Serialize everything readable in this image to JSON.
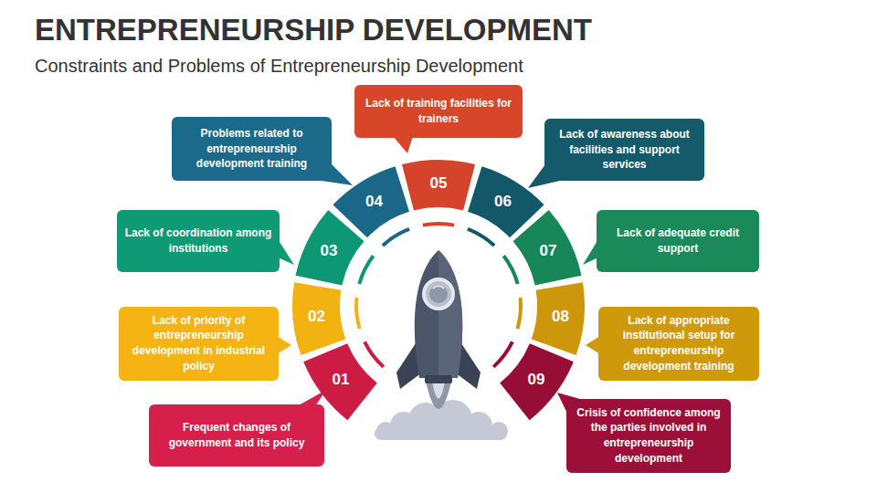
{
  "diagram": {
    "title": "ENTREPRENEURSHIP DEVELOPMENT",
    "caption": "Constraints and Problems of Entrepreneurship Development",
    "nodes": [
      {
        "text": [
          "01"
        ]
      },
      {
        "text": [
          "Frequent changes of government and its policy"
        ]
      },
      {
        "text": [
          "02"
        ]
      },
      {
        "text": [
          "Lack of priority of entrepreneurship development in industrial policy"
        ]
      },
      {
        "text": [
          "03"
        ]
      },
      {
        "text": [
          "Lack of coordination among institutions"
        ]
      },
      {
        "text": [
          "04"
        ]
      },
      {
        "text": [
          "Problems related to entrepreneurship development training"
        ]
      },
      {
        "text": [
          "05"
        ]
      },
      {
        "text": [
          "Lack of training facilities for trainers"
        ]
      },
      {
        "text": [
          "06"
        ]
      },
      {
        "text": [
          "Lack of awareness about facilities and support services"
        ]
      },
      {
        "text": [
          "07"
        ]
      },
      {
        "text": [
          "Lack of adequate credit support"
        ]
      },
      {
        "text": [
          "08"
        ]
      },
      {
        "text": [
          "Lack of appropriate institutional setup for entrepreneurship development training"
        ]
      },
      {
        "text": [
          "09"
        ]
      },
      {
        "text": [
          "Crisis of confidence among the parties involved in entrepreneurship development"
        ]
      }
    ]
  }
}
